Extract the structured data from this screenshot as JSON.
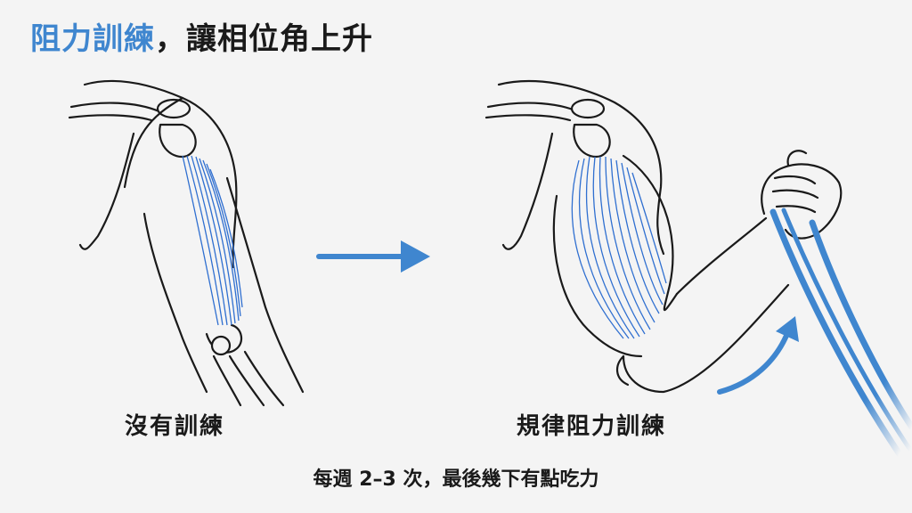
{
  "title": {
    "accent": "阻力訓練",
    "rest": "，讓相位角上升"
  },
  "panels": {
    "before_label": "沒有訓練",
    "after_label": "規律阻力訓練"
  },
  "caption": "每週 2–3 次，最後幾下有點吃力",
  "colors": {
    "accent": "#3f86cf",
    "muscle_fiber": "#2f6fd0",
    "outline": "#1a1a1a",
    "background": "#f4f4f4"
  },
  "icons": [
    "arrow-right-icon",
    "curved-arrow-icon",
    "resistance-band"
  ]
}
